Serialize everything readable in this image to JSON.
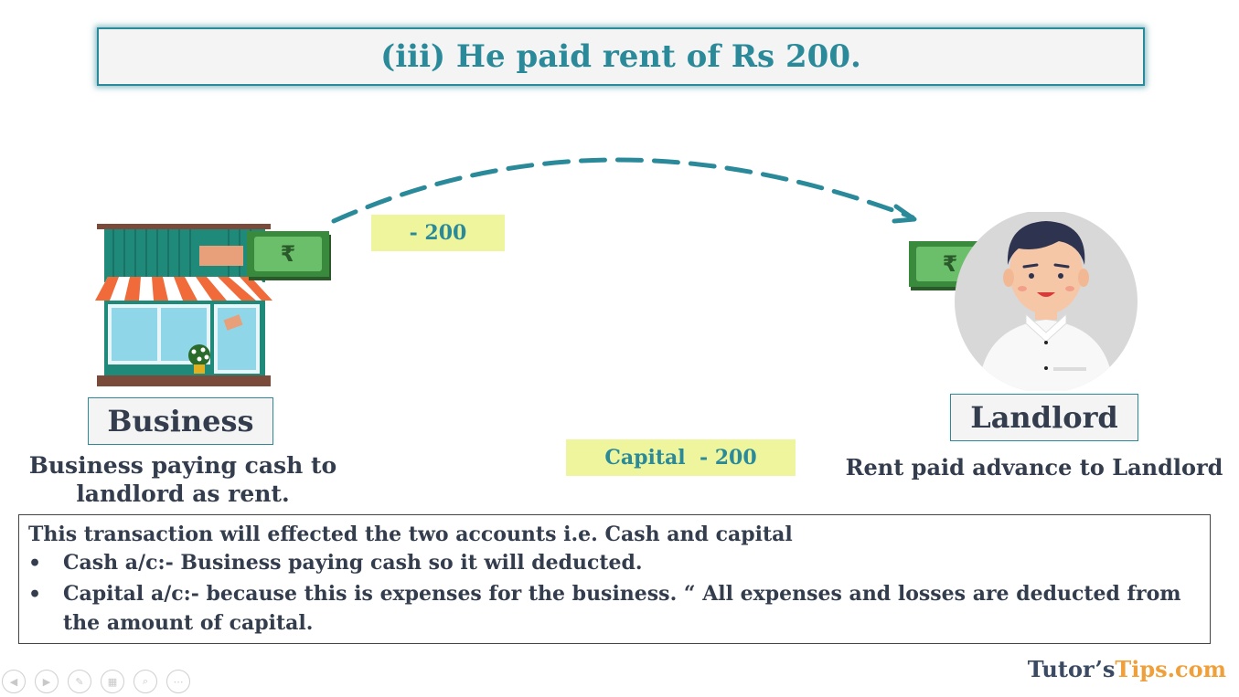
{
  "title": "(iii) He paid rent of Rs 200.",
  "business": {
    "label": "Business",
    "caption_line1": "Business paying cash to",
    "caption_line2": "landlord as rent."
  },
  "landlord": {
    "label": "Landlord",
    "caption": "Rent paid advance to Landlord"
  },
  "flow_amount": "- 200",
  "capital_amount": "Capital  - 200",
  "currency_symbol": "₹",
  "explanation": {
    "intro": "This transaction will effected the two accounts i.e. Cash and capital",
    "bullets": [
      "Cash a/c:- Business paying cash so it will deducted.",
      "Capital a/c:- because this is expenses for the business. “ All expenses and losses are deducted from the amount of capital."
    ],
    "bullet_symbol": "•"
  },
  "brand": {
    "part1": "Tutor’s",
    "part2": "Tips.com"
  },
  "colors": {
    "accent": "#2a8a9a",
    "highlight": "#eff59c",
    "text": "#333d4d",
    "money": "#3a8a3e"
  },
  "nav_icons": [
    "prev-icon",
    "next-icon",
    "pen-icon",
    "slides-icon",
    "zoom-icon",
    "more-icon"
  ]
}
